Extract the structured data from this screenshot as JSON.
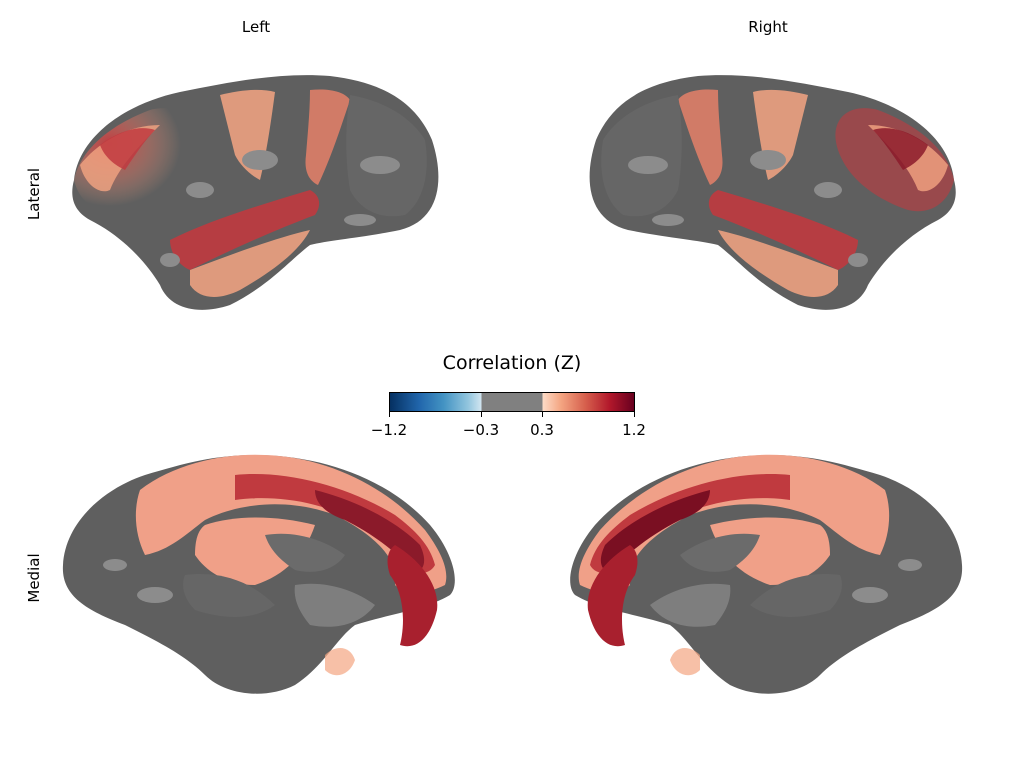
{
  "columns": [
    "Left",
    "Right"
  ],
  "rows": [
    "Lateral",
    "Medial"
  ],
  "colorbar": {
    "title": "Correlation (Z)",
    "ticks": [
      "−1.2",
      "−0.3",
      "0.3",
      "1.2"
    ],
    "range": [
      -1.2,
      1.2
    ],
    "threshold": [
      -0.3,
      0.3
    ],
    "colormap": "RdBu_r with gray band between thresholds"
  },
  "colors": {
    "surface_dark": "#5f5f5f",
    "surface_light": "#8c8c8c",
    "peak_positive": "#67001f",
    "mid_positive": "#c03a3f",
    "low_positive": "#f4a582",
    "peak_negative": "#053061",
    "low_negative": "#92c5de",
    "gray_band": "#808080"
  }
}
